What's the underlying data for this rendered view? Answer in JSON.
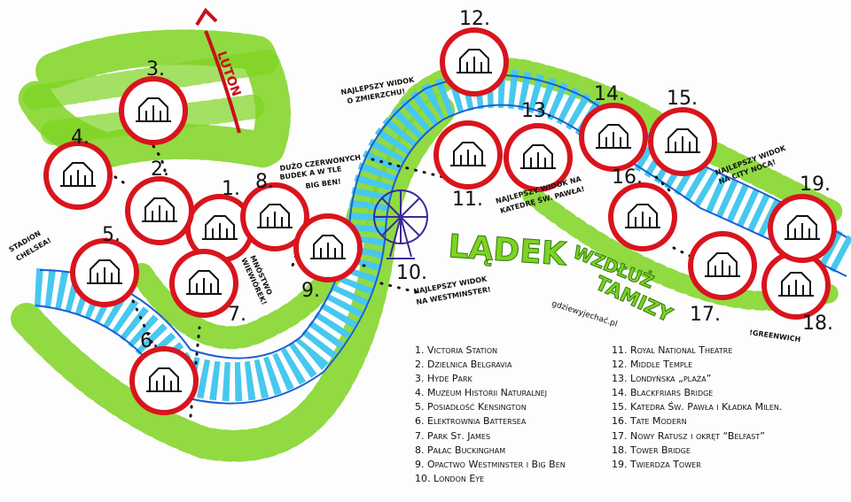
{
  "title": {
    "line1": "Lądek",
    "line2": "wzdłuż",
    "line3": "Tamizy"
  },
  "signature": "gdziewyjechać.pl",
  "colors": {
    "river": "#47c8ee",
    "river_edge": "#1a5fd6",
    "park": "#7ed321",
    "circle": "#d9141d",
    "ink": "#111111"
  },
  "landmarks": [
    {
      "num": "1.",
      "name": "Victoria Station",
      "icon": "bus-icon"
    },
    {
      "num": "2.",
      "name": "Dzielnica Belgravia",
      "icon": "houses-icon"
    },
    {
      "num": "3.",
      "name": "Hyde Park",
      "icon": "park-icon"
    },
    {
      "num": "4.",
      "name": "Muzeum Historii Naturalnej",
      "icon": "dinosaur-icon"
    },
    {
      "num": "5.",
      "name": "Posiadłość Kensington",
      "icon": "palace-icon"
    },
    {
      "num": "6.",
      "name": "Elektrownia Battersea",
      "icon": "power-station-icon"
    },
    {
      "num": "7.",
      "name": "Park St. James",
      "icon": "squirrel-icon"
    },
    {
      "num": "8.",
      "name": "Pałac Buckingham",
      "icon": "palace-icon"
    },
    {
      "num": "9.",
      "name": "Opactwo Westminster i Big Ben",
      "icon": "big-ben-icon"
    },
    {
      "num": "10.",
      "name": "London Eye",
      "icon": "ferris-wheel-icon"
    },
    {
      "num": "11.",
      "name": "Royal National Theatre",
      "icon": "theatre-icon"
    },
    {
      "num": "12.",
      "name": "Middle Temple",
      "icon": "temple-icon"
    },
    {
      "num": "13.",
      "name": "Londyńska „plaża”",
      "icon": "beach-icon"
    },
    {
      "num": "14.",
      "name": "Blackfriars Bridge",
      "icon": "bridge-icon"
    },
    {
      "num": "15.",
      "name": "Katedra Św. Pawła i Kładka Milen.",
      "icon": "cathedral-icon"
    },
    {
      "num": "16.",
      "name": "Tate Modern",
      "icon": "chimney-icon"
    },
    {
      "num": "17.",
      "name": "Nowy Ratusz i okręt “Belfast”",
      "icon": "city-hall-icon"
    },
    {
      "num": "18.",
      "name": "Tower Bridge",
      "icon": "tower-bridge-icon"
    },
    {
      "num": "19.",
      "name": "Twierdza Tower",
      "icon": "castle-icon"
    }
  ],
  "annotations": {
    "luton": "Luton",
    "stadion": [
      "Stadion",
      "Chelsea!"
    ],
    "wiewiorek": [
      "Mnóstwo",
      "wiewiórek!"
    ],
    "budki": [
      "Dużo czerwonych",
      "budek a w tle",
      "Big Ben!"
    ],
    "zmierzch": [
      "Najlepszy widok",
      "o zmierzchu!"
    ],
    "westminster": [
      "Najlepszy widok",
      "na Westminster!"
    ],
    "katedra": [
      "Najlepszy widok na",
      "katedrę św. Pawła!"
    ],
    "city": [
      "Najlepszy widok",
      "na City nocą!"
    ],
    "greenwich": "!Greenwich"
  }
}
